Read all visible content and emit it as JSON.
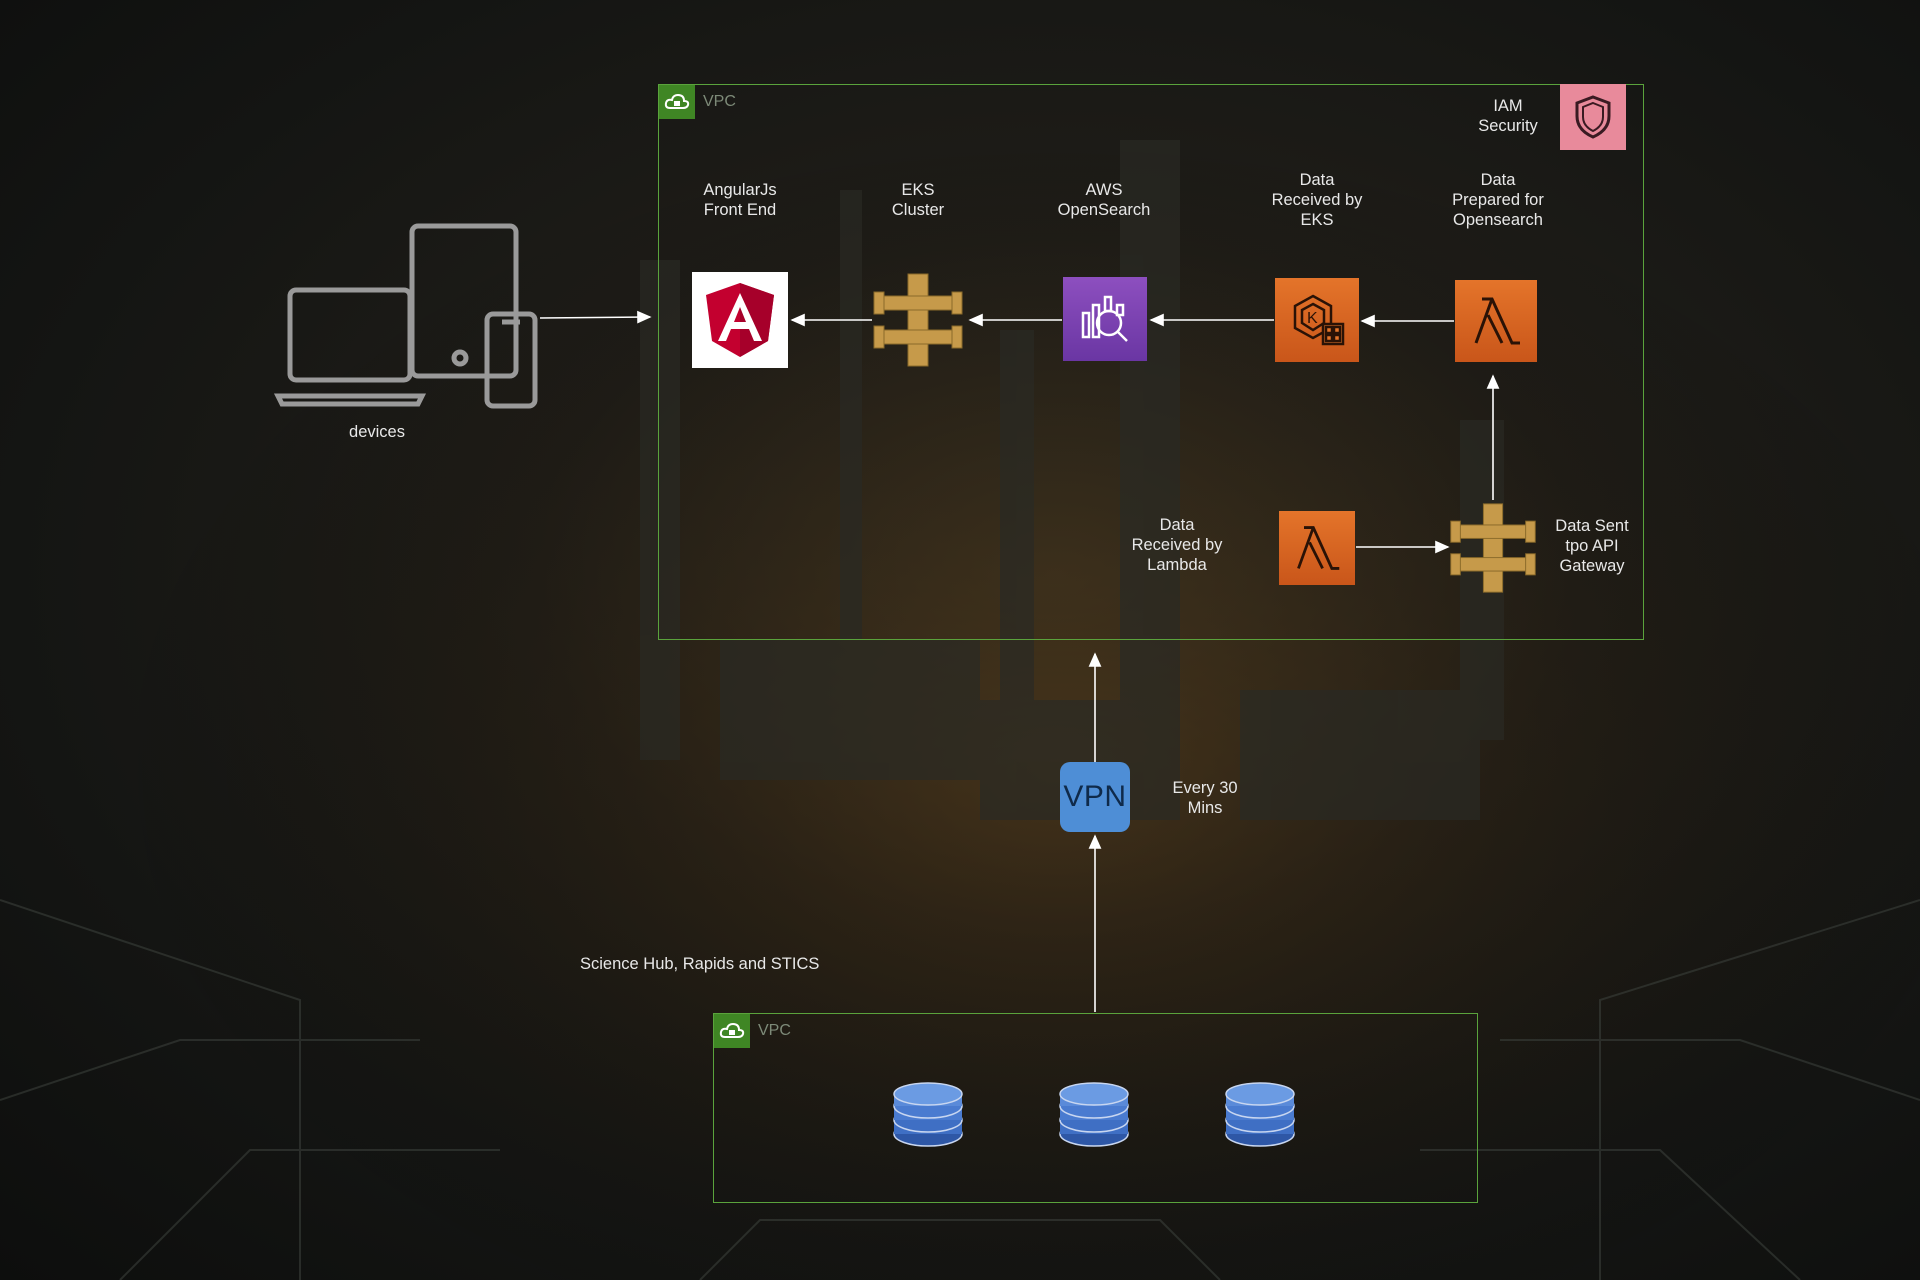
{
  "background": {
    "tone": "dark city / circuit board",
    "accent": "#5aa33c"
  },
  "devices": {
    "label": "devices",
    "icon": "devices-icon"
  },
  "vpc_main": {
    "tag": "VPC",
    "iam": {
      "label_line1": "IAM",
      "label_line2": "Security",
      "icon": "shield-icon"
    },
    "services": [
      {
        "key": "angular",
        "line1": "AngularJs",
        "line2": "Front End",
        "icon": "angular-icon"
      },
      {
        "key": "eks",
        "line1": "EKS",
        "line2": "Cluster",
        "icon": "api-gateway-icon"
      },
      {
        "key": "opensearch",
        "line1": "AWS",
        "line2": "OpenSearch",
        "icon": "opensearch-icon"
      },
      {
        "key": "eks-received",
        "line1": "Data",
        "line2": "Received by",
        "line3": "EKS",
        "icon": "eks-icon"
      },
      {
        "key": "lambda-prep",
        "line1": "Data",
        "line2": "Prepared for",
        "line3": "Opensearch",
        "icon": "lambda-icon"
      },
      {
        "key": "lambda-recv",
        "line1": "Data",
        "line2": "Received by",
        "line3": "Lambda",
        "icon": "lambda-icon"
      },
      {
        "key": "api-gateway",
        "line1": "Data Sent",
        "line2": "tpo API",
        "line3": "Gateway",
        "icon": "api-gateway-icon"
      }
    ]
  },
  "vpn": {
    "label": "VPN",
    "note_line1": "Every 30",
    "note_line2": "Mins"
  },
  "vpc_source": {
    "tag": "VPC",
    "caption": "Science Hub, Rapids and STICS",
    "databases": [
      "database-icon",
      "database-icon",
      "database-icon"
    ],
    "db_color": "#3f6fc4"
  }
}
